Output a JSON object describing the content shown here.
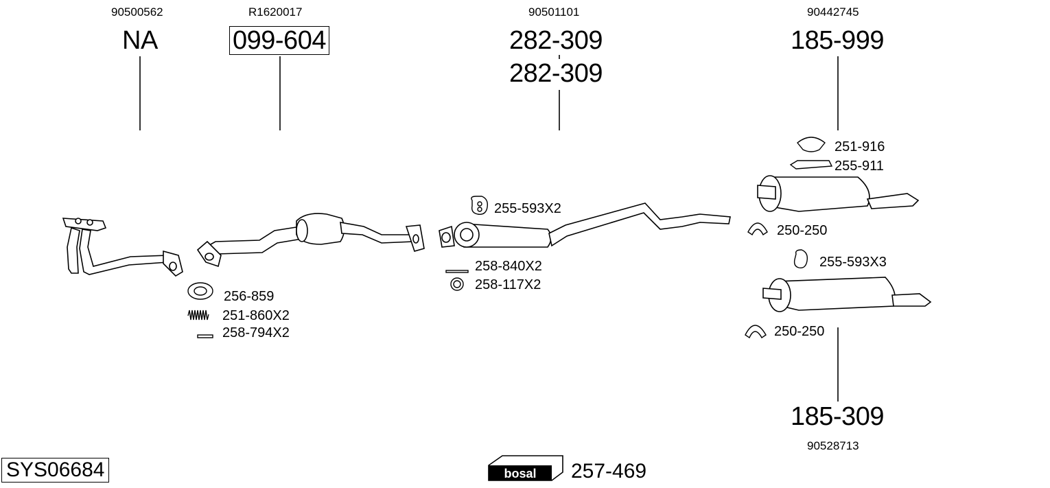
{
  "header_groups": [
    {
      "oe_number": "90500562",
      "part_number": "NA",
      "boxed": false
    },
    {
      "oe_number": "R1620017",
      "part_number": "099-604",
      "boxed": true
    },
    {
      "oe_number": "90501101",
      "part_number": "282-309",
      "part_number_2": "282-309",
      "boxed": false
    },
    {
      "oe_number": "90442745",
      "part_number": "185-999",
      "boxed": false
    }
  ],
  "bottom_group": {
    "part_number": "185-309",
    "oe_number": "90528713"
  },
  "fitting_labels": {
    "front_gasket": "256-859",
    "front_spring": "251-860X2",
    "front_bolt": "258-794X2",
    "mid_hanger": "255-593X2",
    "mid_bolt": "258-840X2",
    "mid_ring": "258-117X2",
    "rear_clamp_top": "251-916",
    "rear_bracket_top": "255-911",
    "rear_clamp_a": "250-250",
    "rear_hanger": "255-593X3",
    "rear_clamp_b": "250-250"
  },
  "system_code": "SYS06684",
  "brand": {
    "logo_text": "bosal",
    "kit_number": "257-469"
  }
}
